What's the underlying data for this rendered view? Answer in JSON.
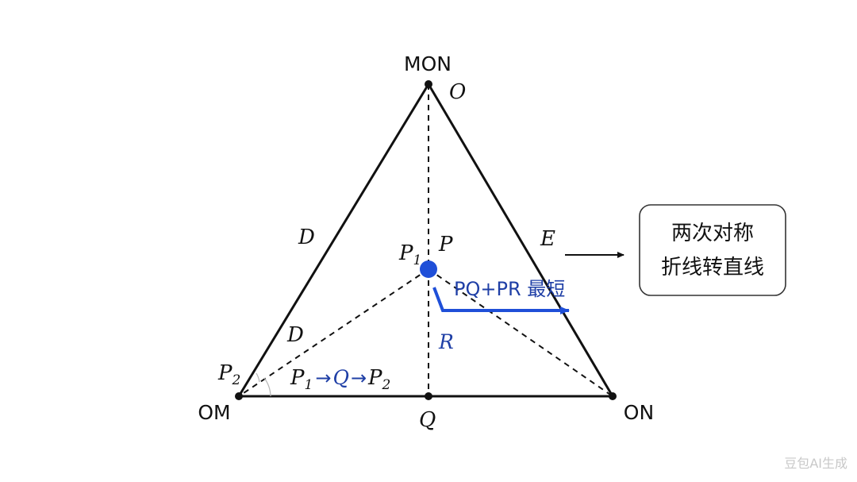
{
  "vertices": {
    "top": "MON",
    "left": "OM",
    "right": "ON"
  },
  "points": {
    "O": "O",
    "D_upper": "D",
    "D_lower": "D",
    "E": "E",
    "P": "P",
    "P1_base": "P",
    "P1_sub": "1",
    "P2_base": "P",
    "P2_sub": "2",
    "Q": "Q",
    "R": "R"
  },
  "path_label": {
    "p1": "P",
    "p1_sub": "1",
    "arrow1": "→",
    "q": "Q",
    "arrow2": "→",
    "p2": "P",
    "p2_sub": "2"
  },
  "shortest_label": "PQ+PR 最短",
  "callout": {
    "line1": "两次对称",
    "line2": "折线转直线"
  },
  "watermark": "豆包AI生成",
  "colors": {
    "line": "#111111",
    "accent_blue": "#1f4fd8",
    "blue_text": "#1f3fa6"
  }
}
